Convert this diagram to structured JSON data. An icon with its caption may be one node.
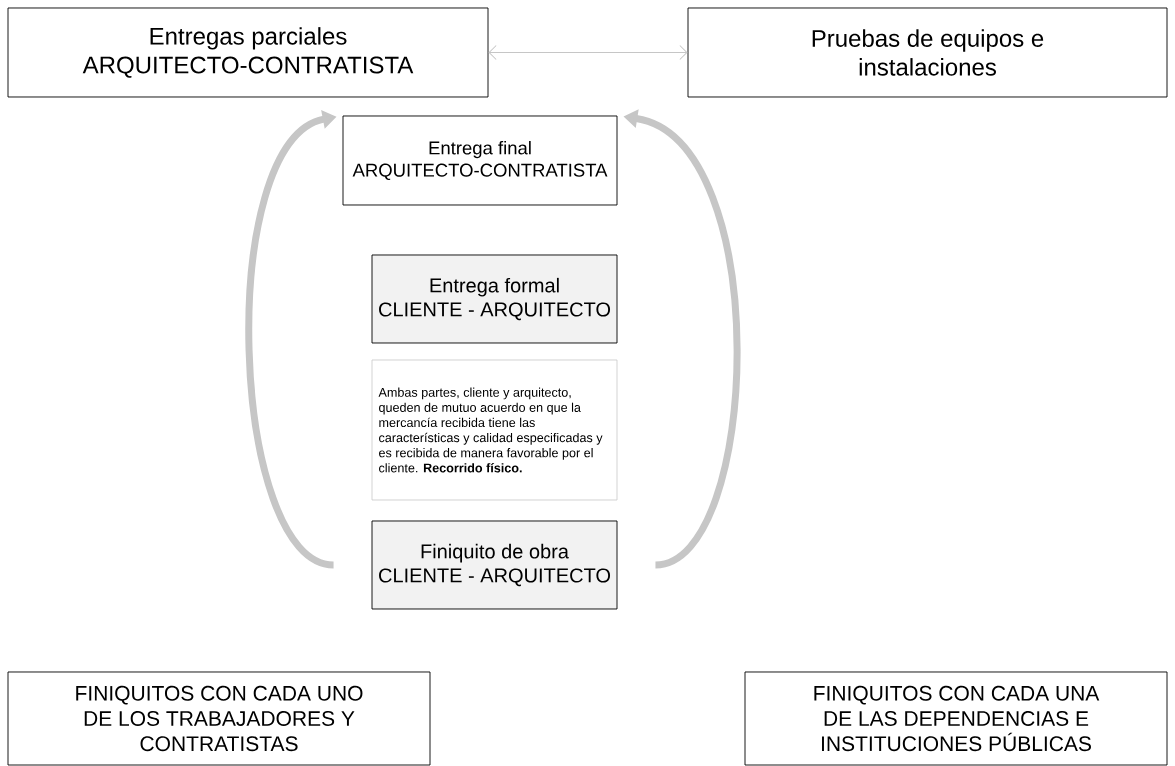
{
  "diagram": {
    "nodes": [
      {
        "text": [
          "Entregas parciales",
          "ARQUITECTO-CONTRATISTA"
        ]
      },
      {
        "text": [
          "Pruebas de equipos e instalaciones"
        ]
      },
      {
        "text": [
          "Entrega final",
          "ARQUITECTO-CONTRATISTA"
        ]
      },
      {
        "text": [
          "Entrega formal",
          "CLIENTE - ARQUITECTO"
        ]
      },
      {
        "text": [
          "Ambas partes, cliente y arquitecto, queden de mutuo acuerdo en que la mercancía recibida tiene las características y calidad especificadas y es recibida de manera favorable por el cliente. **Recorrido físico.**"
        ]
      },
      {
        "text": [
          "Finiquito de obra",
          "CLIENTE - ARQUITECTO"
        ]
      },
      {
        "text": [
          "FINIQUITOS CON CADA UNO DE LOS TRABAJADORES Y CONTRATISTAS"
        ]
      },
      {
        "text": [
          "FINIQUITOS CON CADA UNA DE LAS DEPENDENCIAS E INSTITUCIONES PÚBLICAS"
        ]
      }
    ],
    "edges": [
      {
        "from": 0,
        "to": 1,
        "arrow": "both"
      },
      {
        "from": 5,
        "to": 2,
        "arrow": "to"
      },
      {
        "from": 5,
        "to": 2,
        "arrow": "to"
      }
    ]
  }
}
